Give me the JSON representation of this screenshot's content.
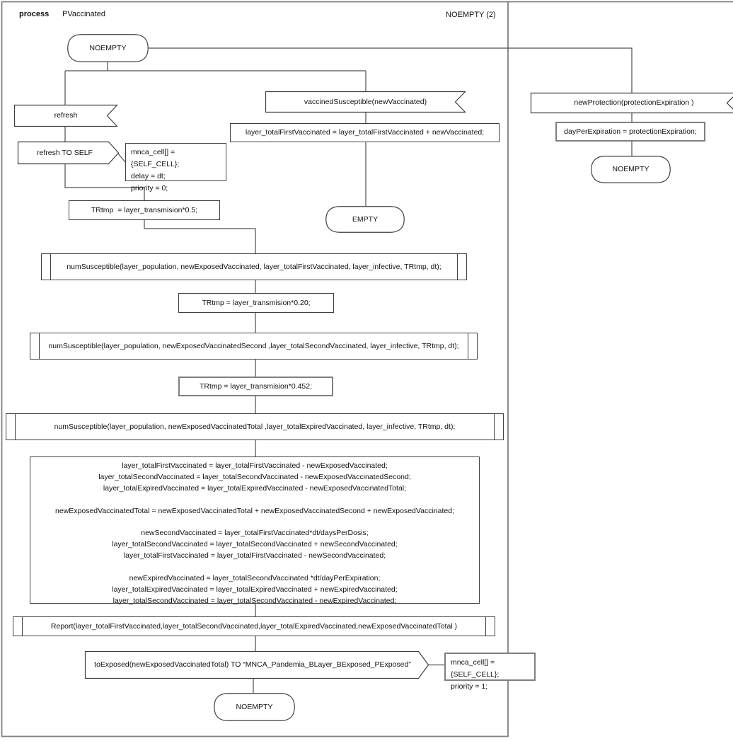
{
  "header": {
    "process_label": "process",
    "process_name": "PVaccinated",
    "state_indicator": "NOEMPTY (2)"
  },
  "colors": {
    "background": "#ffffff",
    "shape_stroke": "#3f3f3f",
    "frame_stroke": "#7f7f7f",
    "wire_stroke": "#4d4d4d",
    "text": "#111111"
  },
  "nodes": {
    "state_noempty_top": {
      "label": "NOEMPTY"
    },
    "recv_refresh": {
      "label": "refresh"
    },
    "send_refresh_self": {
      "label": "refresh TO SELF"
    },
    "code_mnca_refresh": {
      "lines": [
        "mnca_cell[] = {SELF_CELL};",
        "delay = dt;",
        "priority = 0;"
      ]
    },
    "recv_vaccined_susceptible": {
      "label": "vaccinedSusceptible(newVaccinated)"
    },
    "code_total_first": {
      "label": "layer_totalFirstVaccinated = layer_totalFirstVaccinated + newVaccinated;"
    },
    "state_empty": {
      "label": "EMPTY"
    },
    "recv_new_protection": {
      "label": "newProtection(protectionExpiration )"
    },
    "code_day_per_expiration": {
      "label": "dayPerExpiration = protectionExpiration;"
    },
    "state_noempty_right": {
      "label": "NOEMPTY"
    },
    "code_trtmp_05": {
      "label": "TRtmp  = layer_transmision*0.5;"
    },
    "sub_num_susceptible_1": {
      "label": "numSusceptible(layer_population, newExposedVaccinated, layer_totalFirstVaccinated, layer_infective, TRtmp, dt);"
    },
    "code_trtmp_020": {
      "label": "TRtmp = layer_transmision*0.20;"
    },
    "sub_num_susceptible_2": {
      "label": "numSusceptible(layer_population, newExposedVaccinatedSecond ,layer_totalSecondVaccinated, layer_infective, TRtmp, dt);"
    },
    "code_trtmp_0452": {
      "label": "TRtmp = layer_transmision*0.452;"
    },
    "sub_num_susceptible_3": {
      "label": "numSusceptible(layer_population, newExposedVaccinatedTotal ,layer_totalExpiredVaccinated, layer_infective, TRtmp, dt);"
    },
    "code_update_block": {
      "lines": [
        "layer_totalFirstVaccinated = layer_totalFirstVaccinated - newExposedVaccinated;",
        "layer_totalSecondVaccinated = layer_totalSecondVaccinated - newExposedVaccinatedSecond;",
        "layer_totalExpiredVaccinated = layer_totalExpiredVaccinated - newExposedVaccinatedTotal;",
        "",
        "newExposedVaccinatedTotal = newExposedVaccinatedTotal + newExposedVaccinatedSecond  + newExposedVaccinated;",
        "",
        "newSecondVaccinated = layer_totalFirstVaccinated*dt/daysPerDosis;",
        "layer_totalSecondVaccinated = layer_totalSecondVaccinated + newSecondVaccinated;",
        "layer_totalFirstVaccinated = layer_totalFirstVaccinated - newSecondVaccinated;",
        "",
        "newExpiredVaccinated = layer_totalSecondVaccinated *dt/dayPerExpiration;",
        "layer_totalExpiredVaccinated = layer_totalExpiredVaccinated + newExpiredVaccinated;",
        "layer_totalSecondVaccinated = layer_totalSecondVaccinated - newExpiredVaccinated;"
      ]
    },
    "sub_report": {
      "label": "Report(layer_totalFirstVaccinated,layer_totalSecondVaccinated,layer_totalExpiredVaccinated,newExposedVaccinatedTotal )"
    },
    "send_to_exposed": {
      "label": "toExposed(newExposedVaccinatedTotal) TO “MNCA_Pandemia_BLayer_BExposed_PExposed”"
    },
    "code_mnca_exposed": {
      "lines": [
        "mnca_cell[] = {SELF_CELL};",
        "priority = 1;"
      ]
    },
    "state_noempty_bottom": {
      "label": "NOEMPTY"
    }
  }
}
